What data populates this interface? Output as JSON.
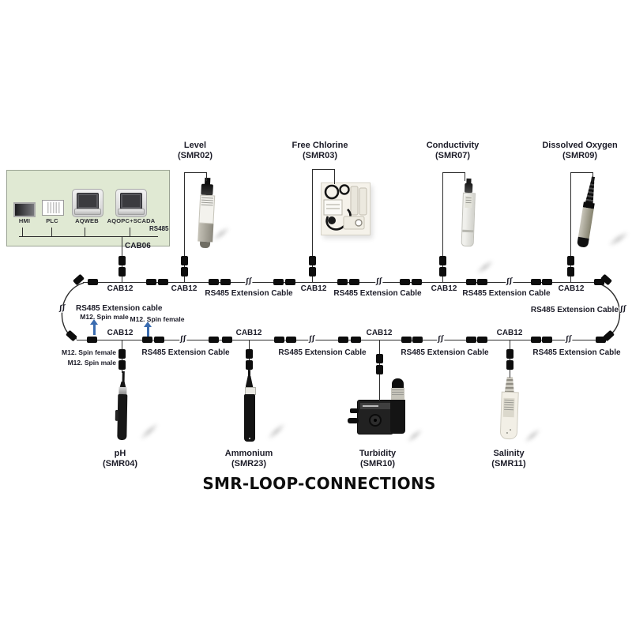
{
  "title": "SMR-LOOP-CONNECTIONS",
  "control_panel": {
    "devices": [
      {
        "label": "HMI"
      },
      {
        "label": "PLC"
      },
      {
        "label": "AQWEB"
      },
      {
        "label": "AQOPC+SCADA"
      }
    ],
    "bus_label": "RS485",
    "cable_label": "CAB06"
  },
  "labels": {
    "cab12": "CAB12",
    "ext_cable": "RS485 Extension Cable",
    "ext_cable_left": "RS485 Extension cable",
    "m12_male": "M12. Spin male",
    "m12_female": "M12. Spin female",
    "break_glyph": "ʃʃ"
  },
  "sensors": {
    "top": [
      {
        "name": "Level",
        "id": "(SMR02)"
      },
      {
        "name": "Free Chlorine",
        "id": "(SMR03)"
      },
      {
        "name": "Conductivity",
        "id": "(SMR07)"
      },
      {
        "name": "Dissolved Oxygen",
        "id": "(SMR09)"
      }
    ],
    "bottom": [
      {
        "name": "pH",
        "id": "(SMR04)"
      },
      {
        "name": "Ammonium",
        "id": "(SMR23)"
      },
      {
        "name": "Turbidity",
        "id": "(SMR10)"
      },
      {
        "name": "Salinity",
        "id": "(SMR11)"
      }
    ]
  },
  "colors": {
    "panel_fill": "#e0e9d3",
    "panel_border": "#9aa393",
    "line": "#2e2e2e",
    "connector": "#0d0d0d",
    "arrow_blue": "#3a6cb0",
    "text": "#1c1c28"
  }
}
